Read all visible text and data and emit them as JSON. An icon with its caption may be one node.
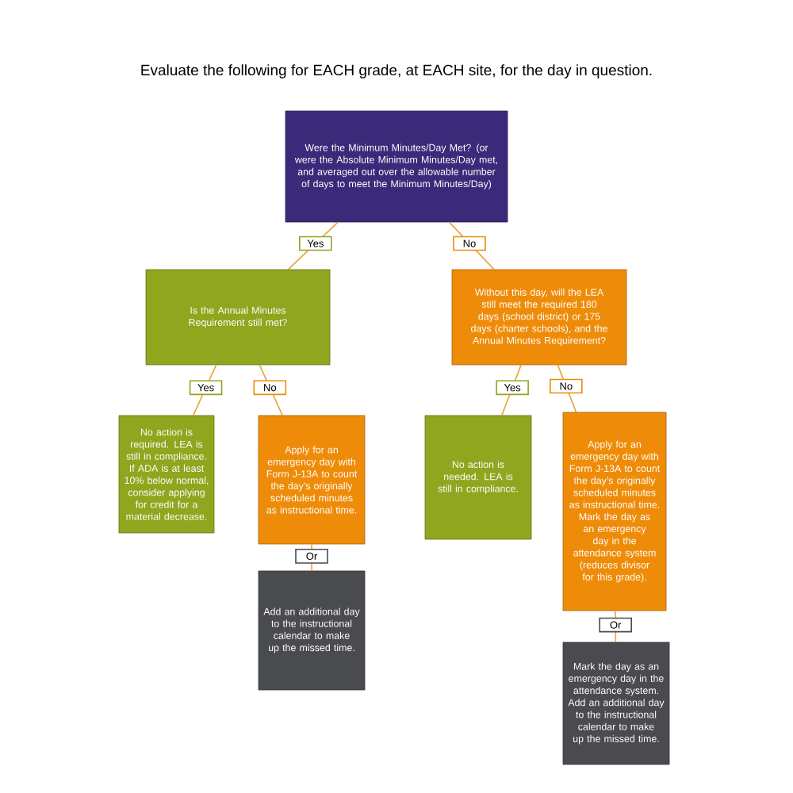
{
  "diagram": {
    "title": "Evaluate the following for EACH grade, at EACH site, for the day in question.",
    "nodes": [
      {
        "text": [
          "Were the Minimum Minutes/Day Met? (or were the Absolute Minimum Minutes/Day met, and averaged out over the allowable number of days to meet the Minimum Minutes/Day)"
        ]
      },
      {
        "text": [
          "Is the Annual Minutes Requirement still met?"
        ]
      },
      {
        "text": [
          "Without this day, will the LEA still meet the required 180 days (school district) or 175 days (charter schools), and the Annual Minutes Requirement?"
        ]
      },
      {
        "text": [
          "No action is required. LEA is still in compliance. If ADA is at least 10% below normal, consider applying for credit for a material decrease."
        ]
      },
      {
        "text": [
          "Apply for an emergency day with Form J-13A to count the day's originally scheduled minutes as instructional time."
        ]
      },
      {
        "text": [
          "No action is needed. LEA is still in compliance."
        ]
      },
      {
        "text": [
          "Apply for an emergency day with Form J-13A to count the day's originally scheduled minutes as instructional time. Mark the day as an emergency day in the attendance system (reduces divisor for this grade)."
        ]
      },
      {
        "text": [
          "Add an additional day to the instructional calendar to make up the missed time."
        ]
      },
      {
        "text": [
          "Mark the day as an emergency day in the attendance system. Add an additional day to the instructional calendar to make up the missed time."
        ]
      }
    ],
    "edges": [
      {
        "from": 0,
        "to": 1,
        "arrow": "none",
        "label": "Yes"
      },
      {
        "from": 0,
        "to": 2,
        "arrow": "none",
        "label": "No"
      },
      {
        "from": 1,
        "to": 3,
        "arrow": "none",
        "label": "Yes"
      },
      {
        "from": 1,
        "to": 4,
        "arrow": "none",
        "label": "No"
      },
      {
        "from": 2,
        "to": 5,
        "arrow": "none",
        "label": "Yes"
      },
      {
        "from": 2,
        "to": 6,
        "arrow": "none",
        "label": "No"
      },
      {
        "from": 4,
        "to": 7,
        "arrow": "none",
        "label": "Or"
      },
      {
        "from": 6,
        "to": 8,
        "arrow": "none",
        "label": "Or"
      }
    ]
  }
}
